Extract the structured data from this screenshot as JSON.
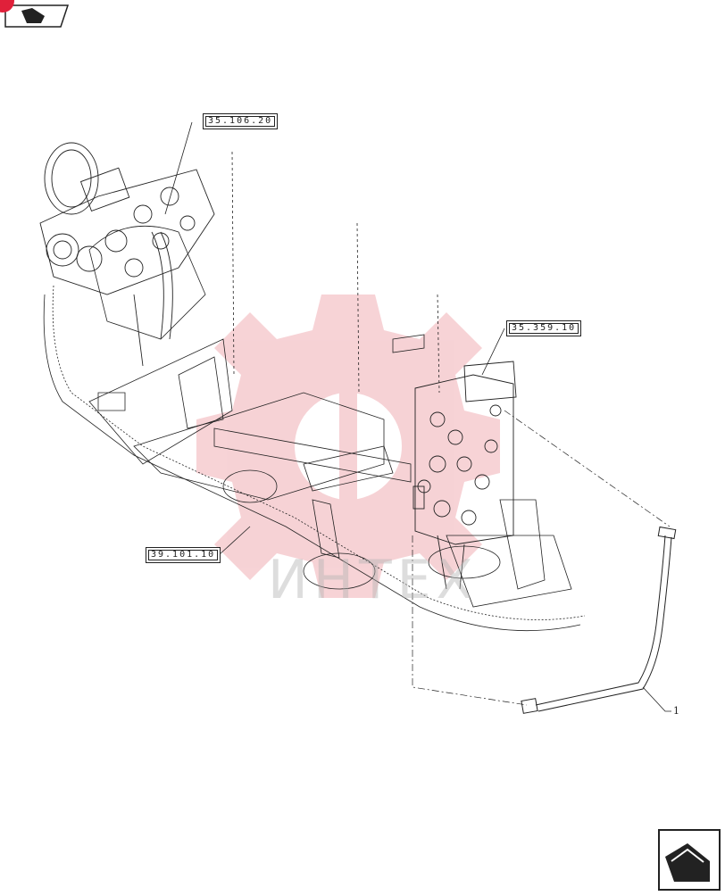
{
  "references": {
    "engine_pump": "35.106.20",
    "control_valve": "35.359.10",
    "frame": "39.101.10"
  },
  "callouts": {
    "pipe_item": "1"
  },
  "watermark": {
    "text": "ИНТЕХ",
    "color": "#e8b0b0"
  },
  "icons": {
    "back": "back-arrow-icon",
    "next": "next-arrow-icon"
  },
  "colors": {
    "line": "#222222",
    "watermark_red": "#f4c4c8",
    "badge": "#e0203a"
  }
}
